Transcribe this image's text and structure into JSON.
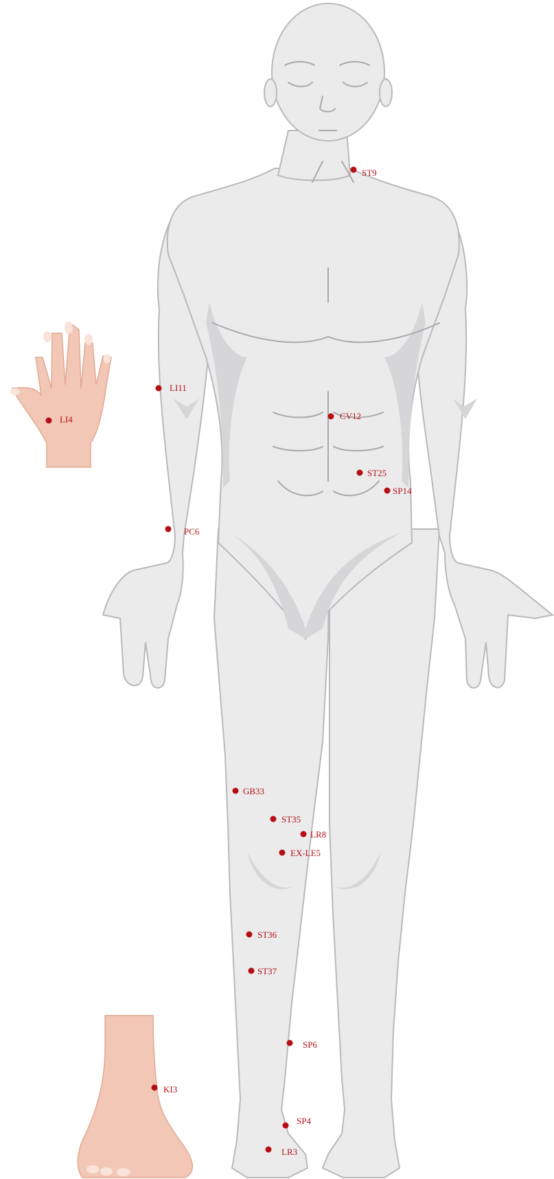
{
  "figure": {
    "point_color": "#b40f14",
    "skin_color": "#ebebec",
    "hand_foot_color": "#f3c7b5"
  },
  "points": [
    {
      "id": "ST9",
      "label": "ST9"
    },
    {
      "id": "LI11",
      "label": "LI11"
    },
    {
      "id": "CV12",
      "label": "CV12"
    },
    {
      "id": "ST25",
      "label": "ST25"
    },
    {
      "id": "SP14",
      "label": "SP14"
    },
    {
      "id": "PC6",
      "label": "PC6"
    },
    {
      "id": "LI4",
      "label": "LI4"
    },
    {
      "id": "GB33",
      "label": "GB33"
    },
    {
      "id": "ST35",
      "label": "ST35"
    },
    {
      "id": "LR8",
      "label": "LR8"
    },
    {
      "id": "EX-LE5",
      "label": "EX-LE5"
    },
    {
      "id": "ST36",
      "label": "ST36"
    },
    {
      "id": "ST37",
      "label": "ST37"
    },
    {
      "id": "SP6",
      "label": "SP6"
    },
    {
      "id": "KI3",
      "label": "KI3"
    },
    {
      "id": "SP4",
      "label": "SP4"
    },
    {
      "id": "LR3",
      "label": "LR3"
    }
  ]
}
